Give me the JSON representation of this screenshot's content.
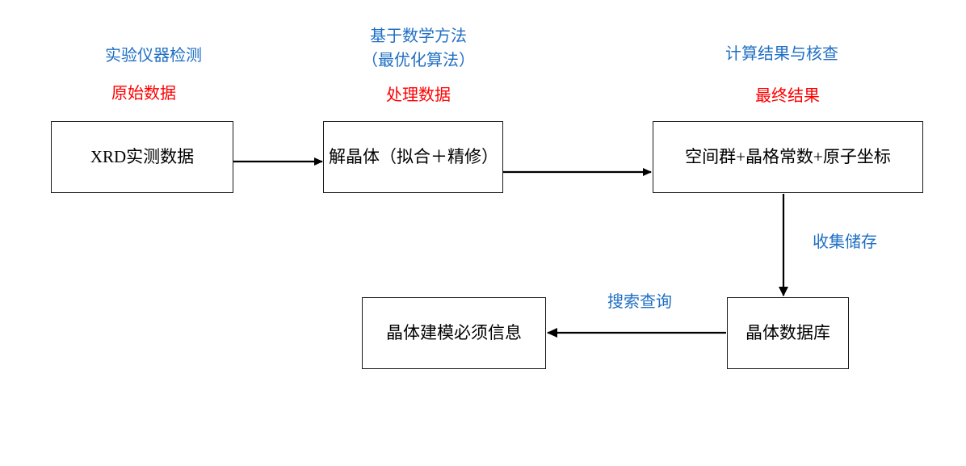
{
  "diagram": {
    "title_text": "",
    "colors": {
      "stage_label": "#1F6FC4",
      "data_label": "#FF0000",
      "box_border": "#1a1a1a",
      "arrow": "#000000",
      "background": "#ffffff"
    },
    "stage_labels": [
      {
        "id": "stage-1",
        "text": "实验仪器检测"
      },
      {
        "id": "stage-2-line1",
        "text": "基于数学方法"
      },
      {
        "id": "stage-2-line2",
        "text": "（最优化算法）"
      },
      {
        "id": "stage-3",
        "text": "计算结果与核查"
      }
    ],
    "data_labels": [
      {
        "id": "data-1",
        "text": "原始数据"
      },
      {
        "id": "data-2",
        "text": "处理数据"
      },
      {
        "id": "data-3",
        "text": "最终结果"
      }
    ],
    "edge_labels": [
      {
        "id": "edge-collect-store",
        "text": "收集储存"
      },
      {
        "id": "edge-search-query",
        "text": "搜索查询"
      }
    ],
    "nodes": [
      {
        "id": "node-xrd-data",
        "text": "XRD实测数据"
      },
      {
        "id": "node-solve-crystal",
        "text": "解晶体（拟合＋精修）"
      },
      {
        "id": "node-final-result",
        "text": "空间群+晶格常数+原子坐标"
      },
      {
        "id": "node-modeling-info",
        "text": "晶体建模必须信息"
      },
      {
        "id": "node-crystal-database",
        "text": "晶体数据库"
      }
    ],
    "arrows": [
      {
        "id": "arrow-xrd-to-solve",
        "from": "node-xrd-data",
        "to": "node-solve-crystal",
        "direction": "right"
      },
      {
        "id": "arrow-solve-to-result",
        "from": "node-solve-crystal",
        "to": "node-final-result",
        "direction": "right"
      },
      {
        "id": "arrow-result-to-database",
        "from": "node-final-result",
        "to": "node-crystal-database",
        "direction": "down"
      },
      {
        "id": "arrow-database-to-modeling",
        "from": "node-crystal-database",
        "to": "node-modeling-info",
        "direction": "left"
      }
    ]
  }
}
